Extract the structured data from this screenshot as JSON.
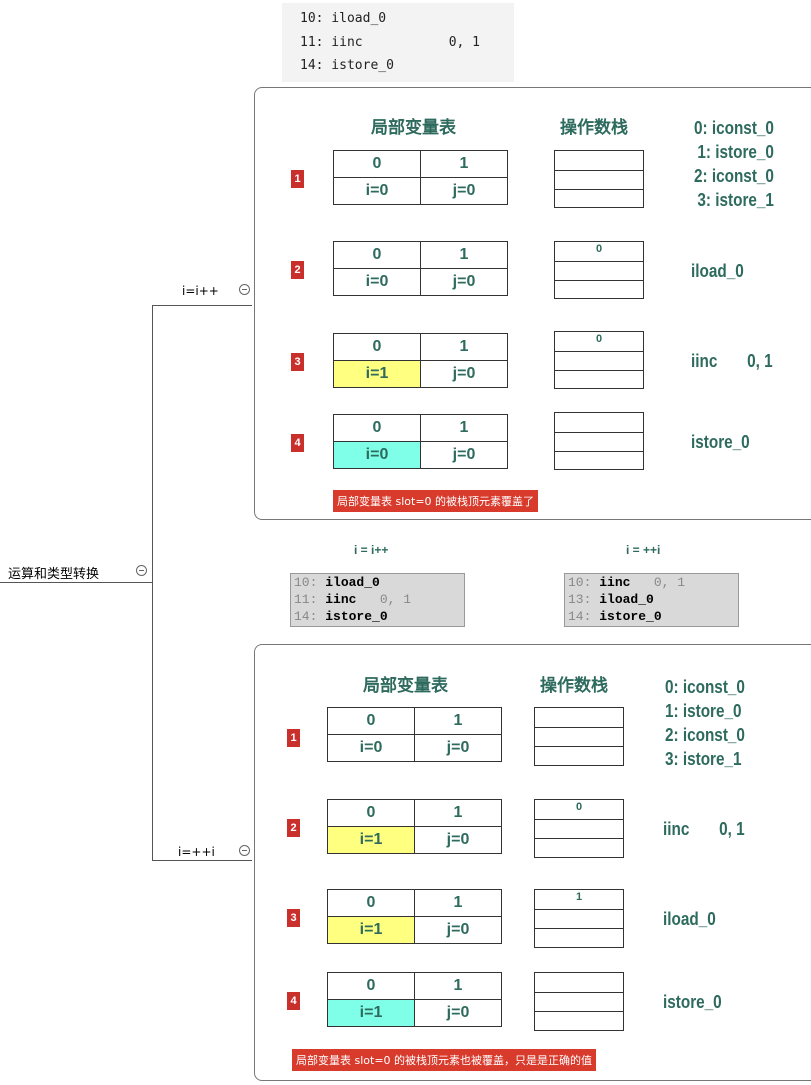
{
  "root": {
    "label": "运算和类型转换"
  },
  "branches": [
    {
      "label": "i=i++"
    },
    {
      "label": "i=++i"
    }
  ],
  "top_code": [
    "10: iload_0",
    "11: iinc           0, 1",
    "14: istore_0"
  ],
  "compare": {
    "left": {
      "title": "i = i++",
      "lines": [
        {
          "ln": "10:",
          "op": "iload_0",
          "arg": ""
        },
        {
          "ln": "11:",
          "op": "iinc",
          "arg": "   0, 1"
        },
        {
          "ln": "14:",
          "op": "istore_0",
          "arg": ""
        }
      ]
    },
    "right": {
      "title": "i = ++i",
      "lines": [
        {
          "ln": "10:",
          "op": "iinc",
          "arg": "   0, 1"
        },
        {
          "ln": "13:",
          "op": "iload_0",
          "arg": ""
        },
        {
          "ln": "14:",
          "op": "istore_0",
          "arg": ""
        }
      ]
    }
  },
  "panel1": {
    "header_local": "局部变量表",
    "header_stack": "操作数栈",
    "steps": [
      {
        "num": "1",
        "slot0": "0",
        "slot1": "1",
        "val0": "i=0",
        "val1": "j=0",
        "stack": [
          "",
          "",
          ""
        ],
        "instr": "0: iconst_0\n1: istore_0\n2: iconst_0\n3: istore_1"
      },
      {
        "num": "2",
        "slot0": "0",
        "slot1": "1",
        "val0": "i=0",
        "val1": "j=0",
        "stack": [
          "0",
          "",
          ""
        ],
        "instr": "iload_0"
      },
      {
        "num": "3",
        "slot0": "0",
        "slot1": "1",
        "val0": "i=1",
        "val1": "j=0",
        "stack": [
          "0",
          "",
          ""
        ],
        "instr": "iinc       0, 1"
      },
      {
        "num": "4",
        "slot0": "0",
        "slot1": "1",
        "val0": "i=0",
        "val1": "j=0",
        "stack": [
          "",
          "",
          ""
        ],
        "instr": "istore_0"
      }
    ],
    "note": "局部变量表 slot=0 的被栈顶元素覆盖了"
  },
  "panel2": {
    "header_local": "局部变量表",
    "header_stack": "操作数栈",
    "steps": [
      {
        "num": "1",
        "slot0": "0",
        "slot1": "1",
        "val0": "i=0",
        "val1": "j=0",
        "stack": [
          "",
          "",
          ""
        ],
        "instr": "0: iconst_0\n1: istore_0\n2: iconst_0\n3: istore_1"
      },
      {
        "num": "2",
        "slot0": "0",
        "slot1": "1",
        "val0": "i=1",
        "val1": "j=0",
        "stack": [
          "0",
          "",
          ""
        ],
        "instr": "iinc       0, 1"
      },
      {
        "num": "3",
        "slot0": "0",
        "slot1": "1",
        "val0": "i=1",
        "val1": "j=0",
        "stack": [
          "1",
          "",
          ""
        ],
        "instr": "iload_0"
      },
      {
        "num": "4",
        "slot0": "0",
        "slot1": "1",
        "val0": "i=1",
        "val1": "j=0",
        "stack": [
          "",
          "",
          ""
        ],
        "instr": "istore_0"
      }
    ],
    "note": "局部变量表 slot=0 的被栈顶元素也被覆盖，只是是正确的值"
  },
  "colors": {
    "accent_text": "#2e6b5e",
    "note_bg": "#d83a2c",
    "step_badge": "#c9302c",
    "highlight_yellow": "#ffff80",
    "highlight_cyan": "#80ffe8"
  }
}
